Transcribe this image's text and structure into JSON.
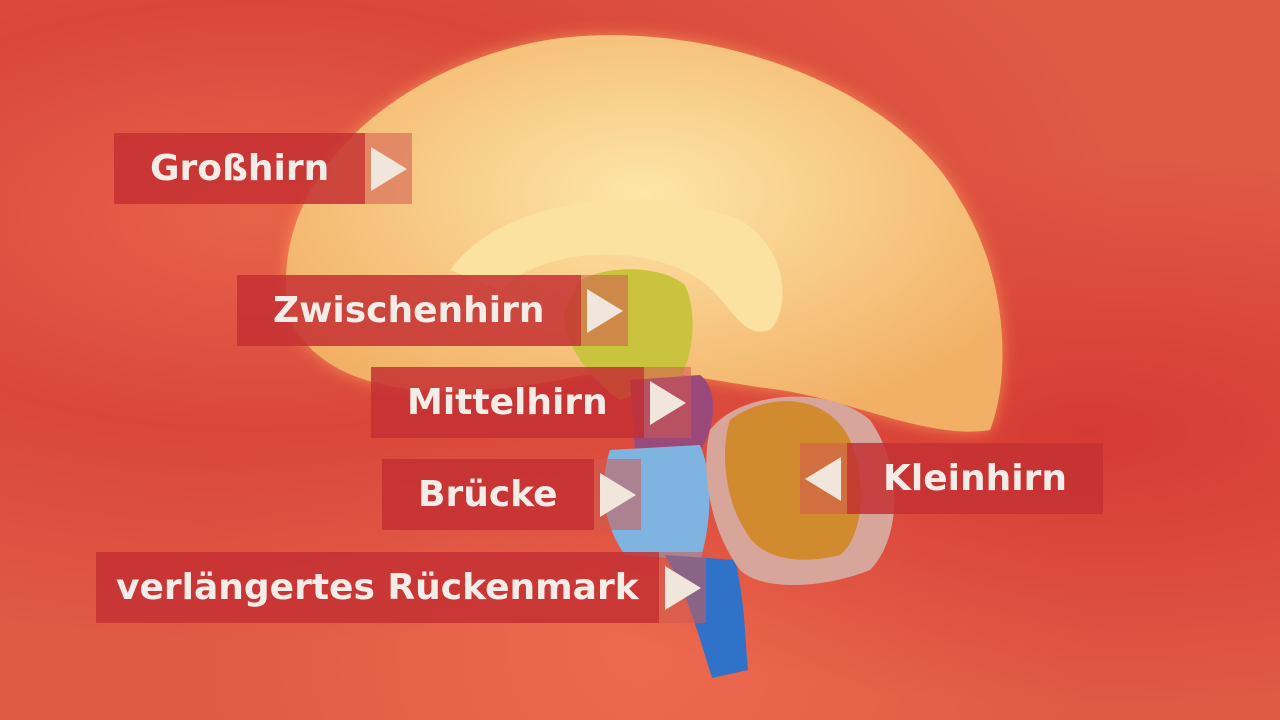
{
  "labels": {
    "cerebrum": "Großhirn",
    "diencephalon": "Zwischenhirn",
    "midbrain": "Mittelhirn",
    "pons": "Brücke",
    "cerebellum": "Kleinhirn",
    "medulla": "verlängertes Rückenmark"
  },
  "colors": {
    "cerebrum": "#f6c27a",
    "diencephalon": "#c9c33e",
    "midbrain": "#9a4a7a",
    "pons": "#7fb4e0",
    "medulla": "#2f72c8",
    "cerebellum": "#d28a2e",
    "label_bg": "#c43032"
  }
}
